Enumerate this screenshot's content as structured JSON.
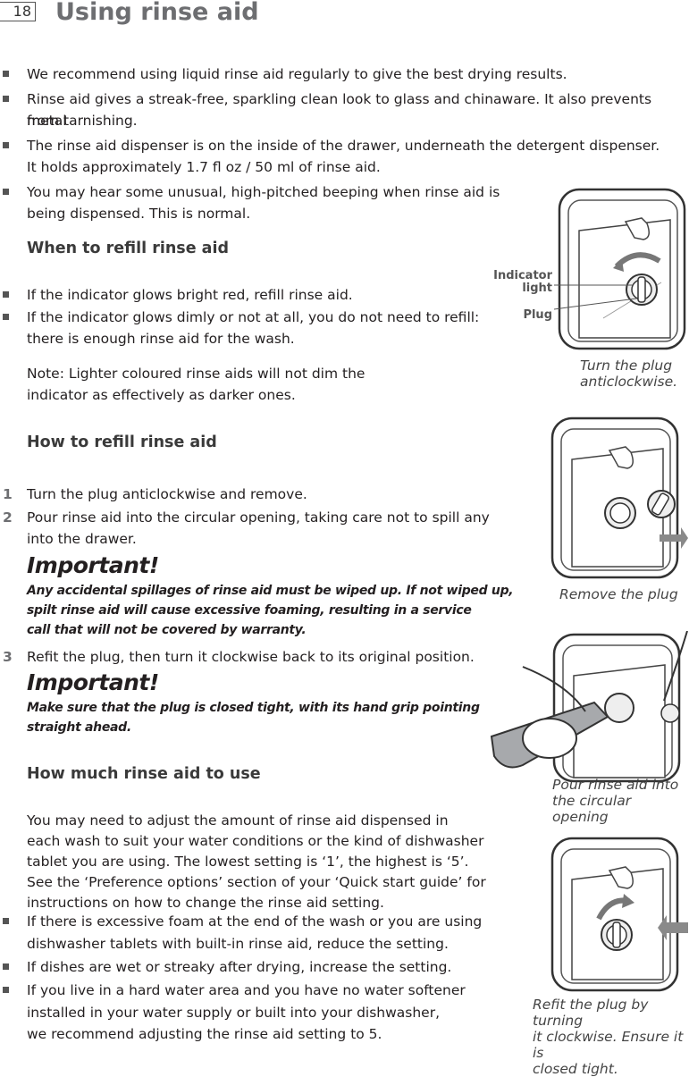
{
  "page": {
    "number": "18",
    "title": "Using rinse aid"
  },
  "intro_bullets": [
    "We recommend using liquid rinse aid regularly to give the best drying results.",
    "Rinse aid gives a streak-free, sparkling clean look to glass and chinaware. It also prevents metal",
    "from tarnishing.",
    "The rinse aid dispenser is on the inside of the drawer, underneath the detergent dispenser.",
    "It holds approximately 1.7 fl oz / 50 ml of rinse aid.",
    "You may hear some unusual, high-pitched beeping when rinse aid is",
    "being dispensed. This is normal."
  ],
  "when_refill": {
    "heading": "When to refill rinse aid",
    "bullets": [
      "If the indicator glows bright red, refill rinse aid.",
      "If the indicator glows dimly or not at all, you do not need to refill:",
      "there is enough rinse aid for the wash."
    ],
    "note": [
      "Note: Lighter coloured rinse aids will not dim the",
      "indicator as effectively as darker ones."
    ]
  },
  "how_refill": {
    "heading": "How to refill rinse aid",
    "steps": [
      {
        "n": "1",
        "lines": [
          "Turn the plug anticlockwise and remove."
        ]
      },
      {
        "n": "2",
        "lines": [
          "Pour rinse aid into the circular opening, taking care not to spill any",
          "into the drawer."
        ]
      },
      {
        "n": "3",
        "lines": [
          "Refit the plug, then turn it clockwise back to its original position."
        ]
      }
    ],
    "important1": {
      "title": "Important!",
      "lines": [
        "Any accidental spillages of rinse aid must be wiped up. If not wiped up,",
        "spilt rinse aid will cause excessive foaming, resulting in a service",
        "call that will not be covered by warranty."
      ]
    },
    "important2": {
      "title": "Important!",
      "lines": [
        "Make sure that the plug is closed tight, with its hand grip pointing",
        "straight ahead."
      ]
    }
  },
  "how_much": {
    "heading": "How much rinse aid to use",
    "para": [
      "You may need to adjust the amount of rinse aid dispensed in",
      "each wash to suit your water conditions or the kind of dishwasher",
      "tablet you are using. The lowest setting is ‘1’, the highest is ‘5’.",
      "See the ‘Preference options’ section of your ‘Quick start guide’ for",
      "instructions on how to change the rinse aid setting."
    ],
    "bullets": [
      [
        "If there is excessive foam at the end of the wash or you are using",
        "dishwasher tablets with built-in rinse aid, reduce the setting."
      ],
      [
        "If dishes are wet or streaky after drying, increase the setting."
      ],
      [
        "If you live in a hard water area and you have no water softener",
        "installed in your water supply or built into your dishwasher,",
        "we recommend adjusting the rinse aid setting to 5."
      ]
    ]
  },
  "figures": {
    "fig1": {
      "label_indicator": [
        "Indicator",
        "light"
      ],
      "label_plug": "Plug",
      "caption": [
        "Turn the plug",
        "anticlockwise."
      ]
    },
    "fig2": {
      "caption": "Remove the plug"
    },
    "fig3": {
      "caption": [
        "Pour rinse aid into",
        "the circular opening"
      ]
    },
    "fig4": {
      "caption": [
        "Refit the plug by turning",
        "it clockwise. Ensure it is",
        "closed tight."
      ]
    }
  },
  "colors": {
    "title_gray": "#6d6e71",
    "arrow_gray": "#8a8a8a",
    "text": "#231f20"
  }
}
